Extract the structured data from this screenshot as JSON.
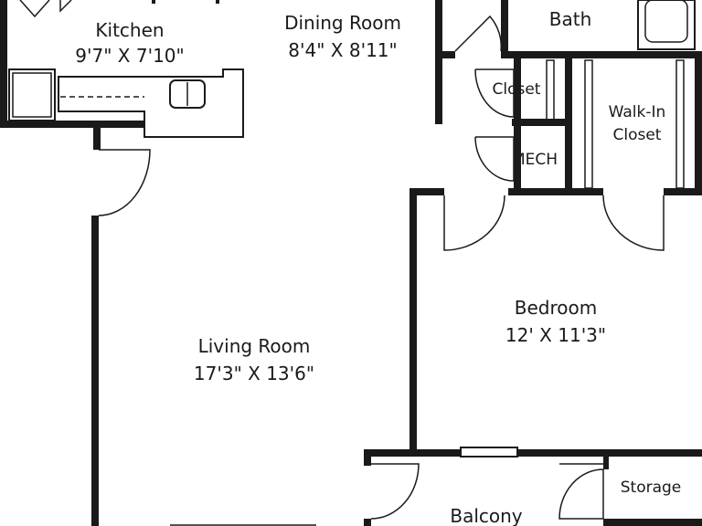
{
  "rooms": {
    "kitchen": {
      "name": "Kitchen",
      "size": "9'7\" X 7'10\""
    },
    "dining_room": {
      "name": "Dining Room",
      "size": "8'4\" X 8'11\""
    },
    "bath": {
      "name": "Bath"
    },
    "closet": {
      "name": "Closet"
    },
    "walk_in_closet": {
      "name_line1": "Walk-In",
      "name_line2": "Closet"
    },
    "mech": {
      "name": "MECH"
    },
    "living_room": {
      "name": "Living Room",
      "size": "17'3\" X 13'6\""
    },
    "bedroom": {
      "name": "Bedroom",
      "size": "12' X 11'3\""
    },
    "storage": {
      "name": "Storage"
    },
    "balcony": {
      "name": "Balcony"
    }
  }
}
